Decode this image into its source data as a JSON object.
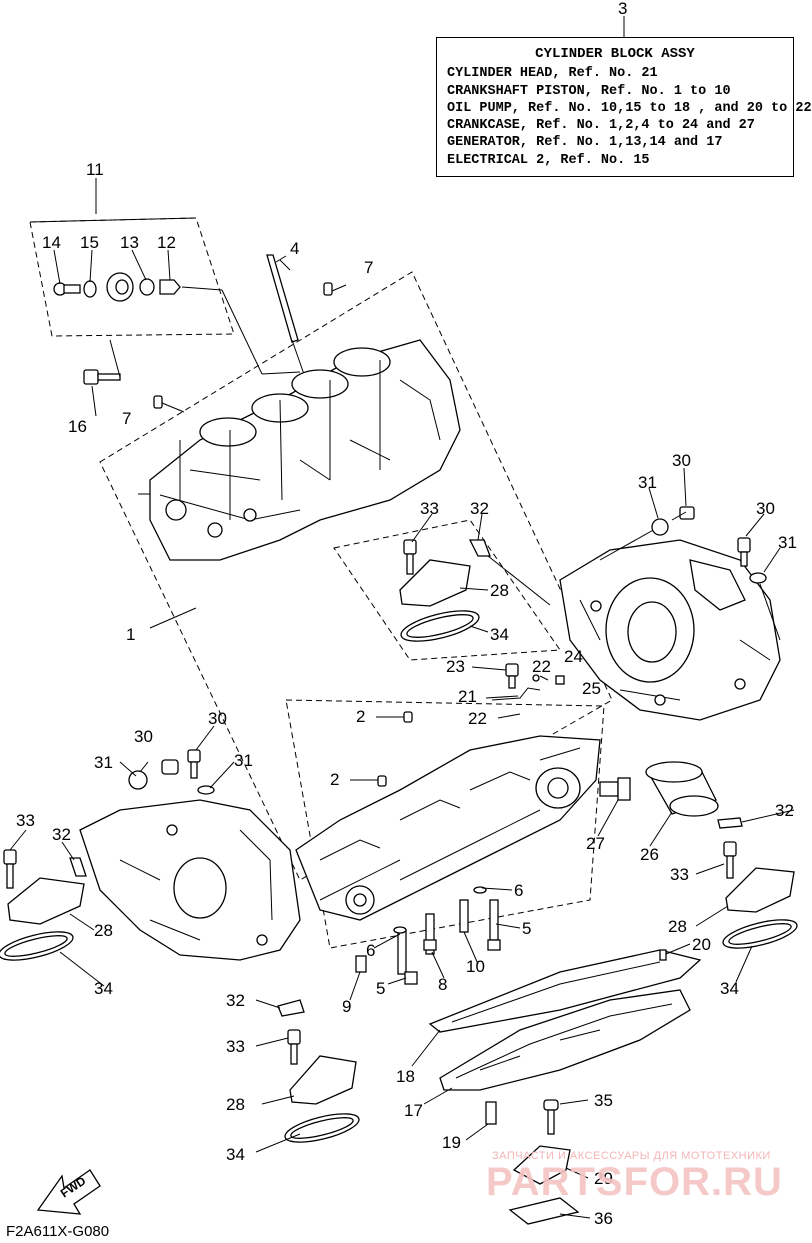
{
  "caption": {
    "callout": "3",
    "title": "CYLINDER BLOCK ASSY",
    "lines": [
      "CYLINDER HEAD,  Ref. No. 21",
      "CRANKSHAFT PISTON, Ref. No. 1 to 10",
      "OIL PUMP,  Ref. No. 10,15 to 18 , and 20 to 22",
      "CRANKCASE,  Ref. No. 1,2,4 to 24 and 27",
      "GENERATOR,  Ref. No. 1,13,14 and 17",
      "ELECTRICAL 2,  Ref. No. 15"
    ]
  },
  "callouts": [
    "11",
    "14",
    "15",
    "13",
    "12",
    "4",
    "7",
    "16",
    "7",
    "1",
    "30",
    "31",
    "30",
    "31",
    "33",
    "32",
    "28",
    "34",
    "23",
    "22",
    "24",
    "21",
    "25",
    "22",
    "2",
    "2",
    "30",
    "31",
    "30",
    "31",
    "33",
    "32",
    "28",
    "34",
    "27",
    "26",
    "32",
    "33",
    "6",
    "5",
    "6",
    "8",
    "10",
    "5",
    "9",
    "28",
    "20",
    "34",
    "32",
    "33",
    "18",
    "28",
    "17",
    "35",
    "34",
    "19",
    "29",
    "36"
  ],
  "fwd_label": "FWD",
  "figure_code": "F2A611X-G080",
  "watermark": {
    "tagline": "ЗАПЧАСТИ И АКСЕССУАРЫ ДЛЯ МОТОТЕХНИКИ",
    "brand": "PARTSFOR.RU"
  }
}
